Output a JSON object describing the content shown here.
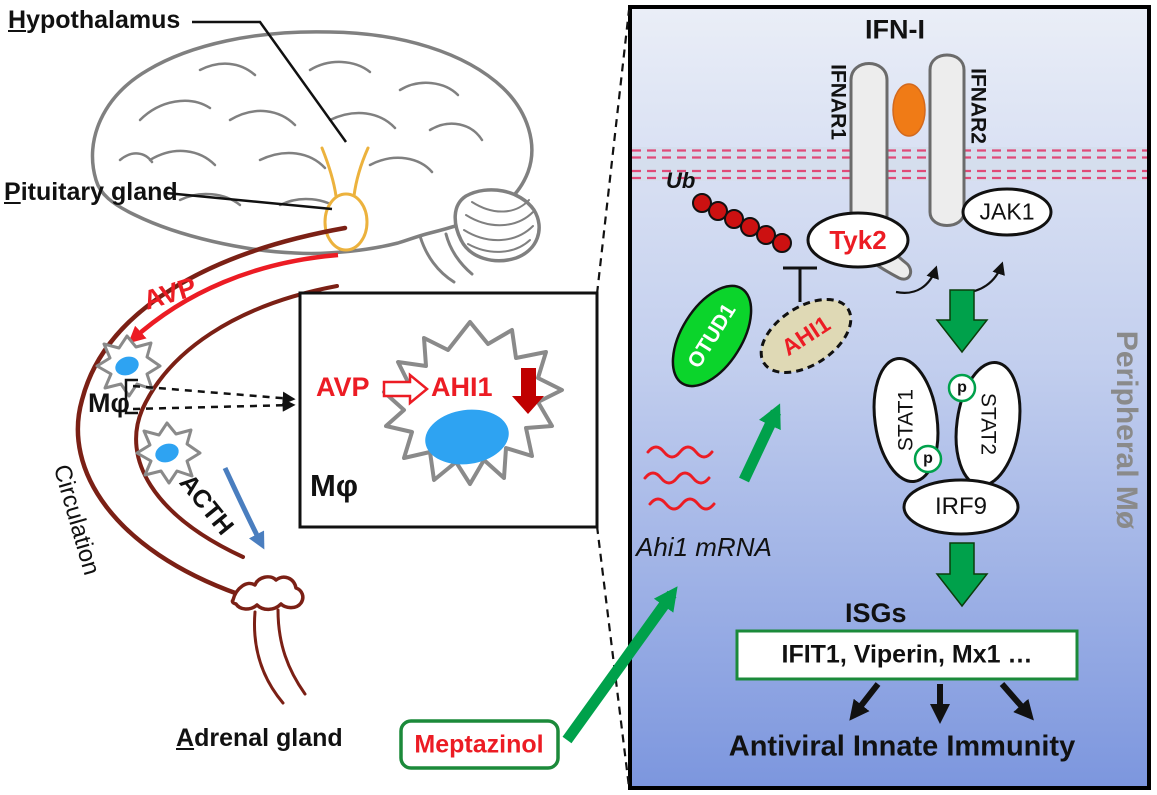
{
  "hpa": {
    "hypothalamus": {
      "initial": "H",
      "rest": "ypothalamus"
    },
    "pituitary": {
      "initial": "P",
      "rest": "ituitary gland"
    },
    "adrenal": {
      "initial": "A",
      "rest": "drenal gland"
    },
    "avp": "AVP",
    "acth": "ACTH",
    "circulation": "Circulation",
    "macrophage": "Mφ"
  },
  "inset": {
    "avp": "AVP",
    "ahi1": "AHI1",
    "macrophage": "Mφ"
  },
  "pathway": {
    "ifn": "IFN-I",
    "ifnar1": "IFNAR1",
    "ifnar2": "IFNAR2",
    "jak1": "JAK1",
    "tyk2": "Tyk2",
    "ub": "Ub",
    "otud1": "OTUD1",
    "ahi1": "AHI1",
    "mrna": "Ahi1 mRNA",
    "stat1": "STAT1",
    "stat2": "STAT2",
    "phospho": "p",
    "irf9": "IRF9",
    "isgs": "ISGs",
    "isg_genes": "IFIT1, Viperin, Mx1 …",
    "outcome": "Antiviral Innate Immunity",
    "compartment": "Peripheral Mø",
    "drug": "Meptazinol"
  },
  "colors": {
    "accent_red": "#EC1C24",
    "green": "#00A14B",
    "box_green": "#1B8A3A",
    "otud1_green": "#0BD42B",
    "ligand_orange": "#F07B16",
    "nucleus_blue": "#2EA3F2",
    "vessel_maroon": "#7B2015",
    "acth_blue": "#4A7EBF",
    "membrane_pink": "#E04A78",
    "panel_top": "#EAEEF7",
    "panel_bottom": "#7C96DE",
    "ahi1_fill": "#DFD9B5",
    "gray_text": "#8A8A8A"
  }
}
